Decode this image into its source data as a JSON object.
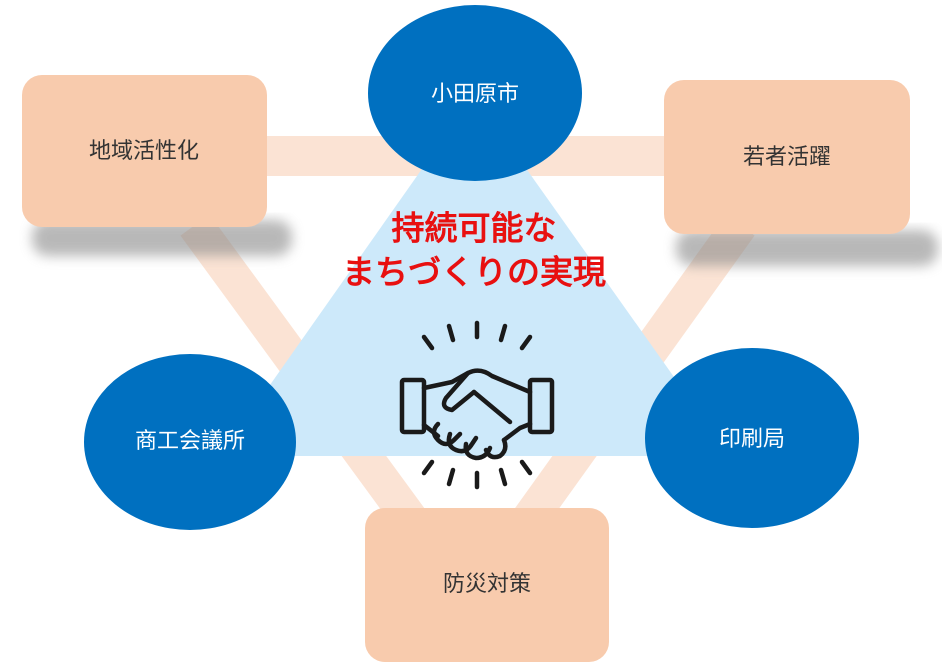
{
  "headline": {
    "line1": "持続可能な",
    "line2": "まちづくりの実現"
  },
  "circles": {
    "top": "小田原市",
    "left": "商工会議所",
    "right": "印刷局"
  },
  "boxes": {
    "top_left": "地域活性化",
    "top_right": "若者活躍",
    "bottom": "防災対策"
  },
  "icon": "handshake-icon",
  "colors": {
    "circle": "#0070c0",
    "box": "#f8cbad",
    "connector": "#fbe3d4",
    "triangle": "#cde9fa",
    "headline": "#e81010",
    "circle_text": "#ffffff",
    "box_text": "#333333"
  }
}
